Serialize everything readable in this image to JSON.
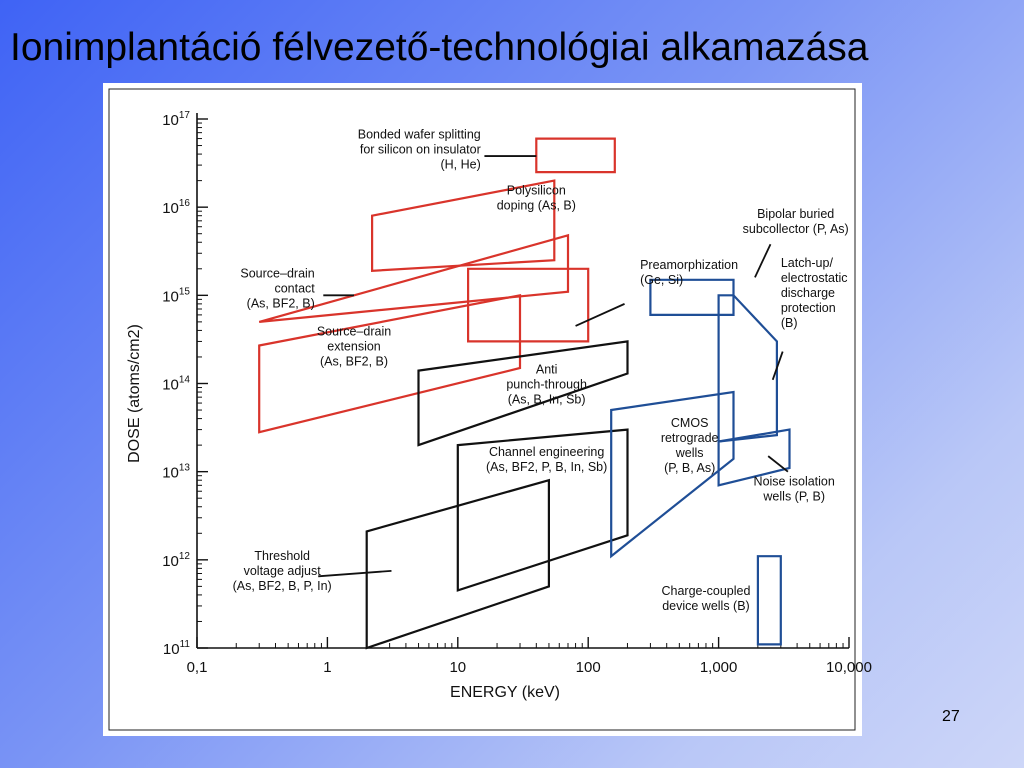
{
  "slide": {
    "title": "Ionimplantáció félvezető-technológiai alkamazása",
    "page_number": "27"
  },
  "colors": {
    "red": "#d9342b",
    "black": "#111111",
    "blue": "#1f4e96",
    "background_start": "#3f63f5",
    "background_end": "#cdd6f8"
  },
  "chart_data": {
    "type": "area",
    "xscale": "log",
    "yscale": "log",
    "xlim": [
      0.1,
      10000
    ],
    "ylim": [
      100000000000.0,
      1e+17
    ],
    "xlabel": "ENERGY (keV)",
    "ylabel": "DOSE (atoms/cm2)",
    "xticks": [
      {
        "v": 0.1,
        "label": "0,1"
      },
      {
        "v": 1,
        "label": "1"
      },
      {
        "v": 10,
        "label": "10"
      },
      {
        "v": 100,
        "label": "100"
      },
      {
        "v": 1000,
        "label": "1,000"
      },
      {
        "v": 10000,
        "label": "10,000"
      }
    ],
    "yticks": [
      {
        "v": 100000000000.0,
        "base": "10",
        "exp": "11"
      },
      {
        "v": 1000000000000.0,
        "base": "10",
        "exp": "12"
      },
      {
        "v": 10000000000000.0,
        "base": "10",
        "exp": "13"
      },
      {
        "v": 100000000000000.0,
        "base": "10",
        "exp": "14"
      },
      {
        "v": 1000000000000000.0,
        "base": "10",
        "exp": "15"
      },
      {
        "v": 1e+16,
        "base": "10",
        "exp": "16"
      },
      {
        "v": 1e+17,
        "base": "10",
        "exp": "17"
      }
    ],
    "regions": [
      {
        "id": "bonded-wafer",
        "group": "red",
        "label": [
          "Bonded wafer splitting",
          "for silicon on insulator",
          "(H, He)"
        ],
        "polygon": [
          [
            40,
            6e+16
          ],
          [
            160,
            6e+16
          ],
          [
            160,
            2.5e+16
          ],
          [
            40,
            2.5e+16
          ]
        ],
        "label_at": [
          15,
          6e+16
        ],
        "anchor": "end",
        "leader": [
          [
            16,
            3.8e+16
          ],
          [
            40,
            3.8e+16
          ]
        ]
      },
      {
        "id": "polysilicon-doping",
        "group": "red",
        "label": [
          "Polysilicon",
          "doping (As, B)"
        ],
        "polygon": [
          [
            2.2,
            8000000000000000.0
          ],
          [
            55,
            2e+16
          ],
          [
            55,
            2500000000000000.0
          ],
          [
            2.2,
            1900000000000000.0
          ]
        ],
        "label_at": [
          40,
          1.4e+16
        ],
        "anchor": "middle",
        "leader": null
      },
      {
        "id": "source-drain-contact",
        "group": "red",
        "label": [
          "Source–drain",
          "contact",
          "(As, BF2, B)"
        ],
        "polygon": [
          [
            0.3,
            500000000000000.0
          ],
          [
            70,
            4800000000000000.0
          ],
          [
            70,
            1100000000000000.0
          ],
          [
            0.3,
            500000000000000.0
          ]
        ],
        "label_at": [
          0.8,
          1600000000000000.0
        ],
        "anchor": "end",
        "leader": [
          [
            0.93,
            1000000000000000.0
          ],
          [
            1.6,
            1000000000000000.0
          ]
        ]
      },
      {
        "id": "source-drain-extension",
        "group": "red",
        "label": [
          "Source–drain",
          "extension",
          "(As, BF2, B)"
        ],
        "polygon": [
          [
            0.3,
            270000000000000.0
          ],
          [
            30,
            1000000000000000.0
          ],
          [
            30,
            150000000000000.0
          ],
          [
            0.3,
            28000000000000.0
          ]
        ],
        "label_at": [
          1.6,
          350000000000000.0
        ],
        "anchor": "middle",
        "leader": null
      },
      {
        "id": "preamorphization",
        "group": "red",
        "label": [
          "Preamorphization",
          "(Ge, Si)"
        ],
        "polygon": [
          [
            12,
            2000000000000000.0
          ],
          [
            100,
            2000000000000000.0
          ],
          [
            100,
            300000000000000.0
          ],
          [
            12,
            300000000000000.0
          ]
        ],
        "label_at": [
          250,
          2000000000000000.0
        ],
        "anchor": "start",
        "leader": [
          [
            190,
            800000000000000.0
          ],
          [
            80,
            450000000000000.0
          ]
        ]
      },
      {
        "id": "anti-punch-through",
        "group": "black",
        "label": [
          "Anti",
          "punch-through",
          "(As, B, In, Sb)"
        ],
        "polygon": [
          [
            5,
            140000000000000.0
          ],
          [
            200,
            300000000000000.0
          ],
          [
            200,
            130000000000000.0
          ],
          [
            5,
            20000000000000.0
          ]
        ],
        "label_at": [
          48,
          130000000000000.0
        ],
        "anchor": "middle",
        "leader": null
      },
      {
        "id": "channel-engineering",
        "group": "black",
        "label": [
          "Channel engineering",
          "(As, BF2, P, B, In, Sb)"
        ],
        "polygon": [
          [
            10,
            20000000000000.0
          ],
          [
            200,
            30000000000000.0
          ],
          [
            200,
            1900000000000.0
          ],
          [
            10,
            450000000000.0
          ]
        ],
        "label_at": [
          48,
          15000000000000.0
        ],
        "anchor": "middle",
        "leader": null
      },
      {
        "id": "threshold-voltage-adjust",
        "group": "black",
        "label": [
          "Threshold",
          "voltage adjust",
          "(As, BF2, B, P, In)"
        ],
        "polygon": [
          [
            2,
            2100000000000.0
          ],
          [
            50,
            8000000000000.0
          ],
          [
            50,
            500000000000.0
          ],
          [
            2,
            100000000000.0
          ]
        ],
        "label_at": [
          0.45,
          1000000000000.0
        ],
        "anchor": "middle",
        "leader": [
          [
            0.85,
            650000000000.0
          ],
          [
            3.1,
            750000000000.0
          ]
        ]
      },
      {
        "id": "cmos-retrograde-wells",
        "group": "blue",
        "label": [
          "CMOS",
          "retrograde",
          "wells",
          "(P, B, As)"
        ],
        "polygon": [
          [
            150,
            50000000000000.0
          ],
          [
            1300,
            80000000000000.0
          ],
          [
            1300,
            14000000000000.0
          ],
          [
            150,
            1100000000000.0
          ]
        ],
        "label_at": [
          600,
          32000000000000.0
        ],
        "anchor": "middle",
        "leader": null
      },
      {
        "id": "bipolar-buried-subcollector",
        "group": "blue",
        "label": [
          "Bipolar buried",
          "subcollector (P, As)"
        ],
        "polygon": [
          [
            300,
            1500000000000000.0
          ],
          [
            1300,
            1500000000000000.0
          ],
          [
            1300,
            600000000000000.0
          ],
          [
            300,
            600000000000000.0
          ]
        ],
        "label_at": [
          3900,
          7500000000000000.0
        ],
        "anchor": "middle",
        "leader": [
          [
            2500,
            3800000000000000.0
          ],
          [
            1900,
            1600000000000000.0
          ]
        ]
      },
      {
        "id": "latch-up-protection",
        "group": "blue",
        "label": [
          "Latch-up/",
          "electrostatic",
          "discharge",
          "protection",
          "(B)"
        ],
        "polygon": [
          [
            1000,
            1000000000000000.0
          ],
          [
            1300,
            1000000000000000.0
          ],
          [
            2800,
            300000000000000.0
          ],
          [
            2800,
            26000000000000.0
          ],
          [
            1000,
            22000000000000.0
          ]
        ],
        "label_at": [
          3000,
          2100000000000000.0
        ],
        "anchor": "start",
        "leader": [
          [
            3100,
            230000000000000.0
          ],
          [
            2600,
            110000000000000.0
          ]
        ]
      },
      {
        "id": "noise-isolation-wells",
        "group": "blue",
        "label": [
          "Noise isolation",
          "wells (P, B)"
        ],
        "polygon": [
          [
            1000,
            22000000000000.0
          ],
          [
            3500,
            30000000000000.0
          ],
          [
            3500,
            11000000000000.0
          ],
          [
            1000,
            7000000000000.0
          ]
        ],
        "label_at": [
          3800,
          7000000000000.0
        ],
        "anchor": "middle",
        "leader": [
          [
            3400,
            10000000000000.0
          ],
          [
            2400,
            15000000000000.0
          ]
        ]
      },
      {
        "id": "charge-coupled-device-wells",
        "group": "blue",
        "label": [
          "Charge-coupled",
          "device wells (B)"
        ],
        "polygon": [
          [
            2000,
            1100000000000.0
          ],
          [
            3000,
            1100000000000.0
          ],
          [
            3000,
            110000000000.0
          ],
          [
            2000,
            110000000000.0
          ]
        ],
        "label_at": [
          800,
          400000000000.0
        ],
        "anchor": "middle",
        "leader": null
      }
    ]
  }
}
